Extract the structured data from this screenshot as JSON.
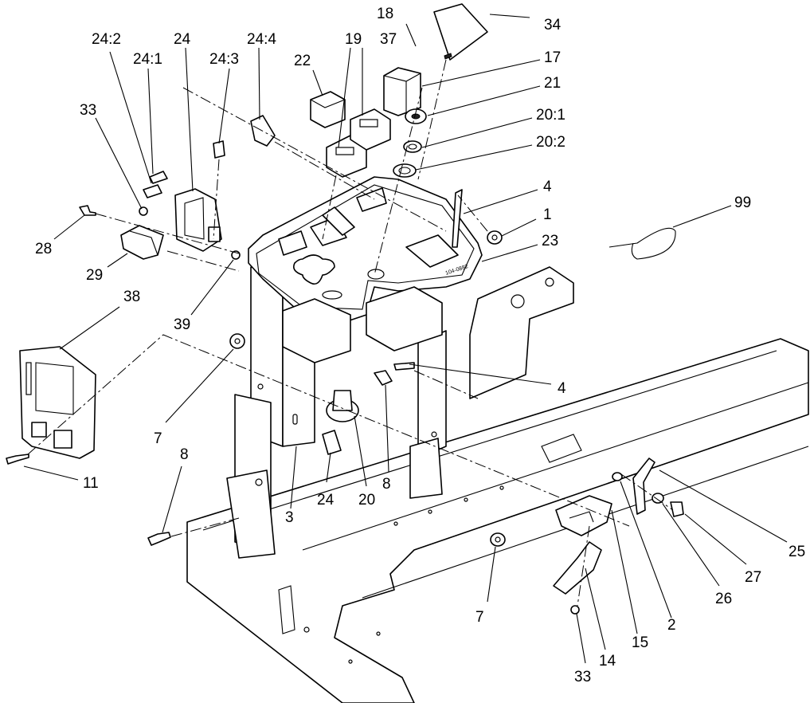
{
  "figure_stamp": "104-0882",
  "callouts": [
    {
      "label": "18"
    },
    {
      "label": "34"
    },
    {
      "label": "24:2"
    },
    {
      "label": "24:1"
    },
    {
      "label": "24"
    },
    {
      "label": "24:3"
    },
    {
      "label": "24:4"
    },
    {
      "label": "22"
    },
    {
      "label": "19"
    },
    {
      "label": "37"
    },
    {
      "label": "17"
    },
    {
      "label": "21"
    },
    {
      "label": "20:1"
    },
    {
      "label": "20:2"
    },
    {
      "label": "33"
    },
    {
      "label": "4"
    },
    {
      "label": "99"
    },
    {
      "label": "1"
    },
    {
      "label": "28"
    },
    {
      "label": "23"
    },
    {
      "label": "29"
    },
    {
      "label": "38"
    },
    {
      "label": "39"
    },
    {
      "label": "4"
    },
    {
      "label": "7"
    },
    {
      "label": "8"
    },
    {
      "label": "11"
    },
    {
      "label": "24"
    },
    {
      "label": "20"
    },
    {
      "label": "8"
    },
    {
      "label": "3"
    },
    {
      "label": "25"
    },
    {
      "label": "27"
    },
    {
      "label": "26"
    },
    {
      "label": "2"
    },
    {
      "label": "15"
    },
    {
      "label": "7"
    },
    {
      "label": "14"
    },
    {
      "label": "33"
    }
  ]
}
